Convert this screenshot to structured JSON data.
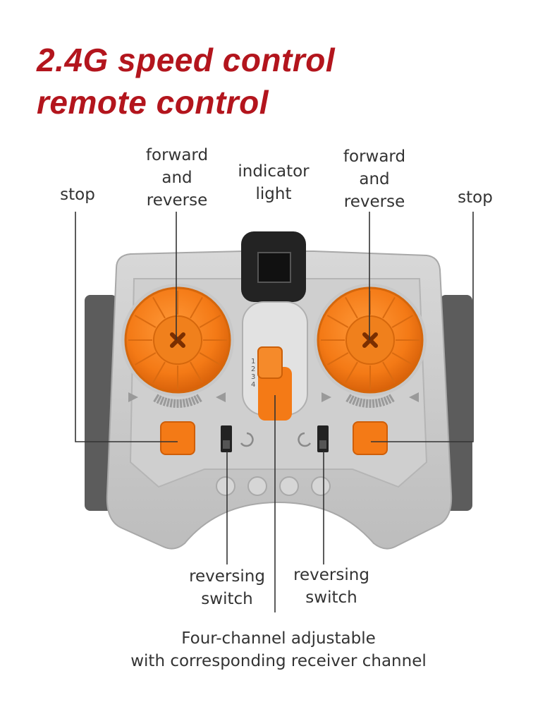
{
  "title": {
    "line1": "2.4G speed control",
    "line2": "remote control"
  },
  "labels": {
    "stop_left": "stop",
    "stop_right": "stop",
    "forward_reverse_left": "forward\nand\nreverse",
    "forward_reverse_right": "forward\nand\nreverse",
    "indicator_light": "indicator\nlight",
    "reversing_switch_left": "reversing\nswitch",
    "reversing_switch_right": "reversing\nswitch",
    "channel_note": "Four-channel adjustable\nwith corresponding receiver channel"
  },
  "channel_numbers": [
    "1",
    "2",
    "3",
    "4"
  ],
  "colors": {
    "title": "#b3151d",
    "body": "#c9c9c9",
    "orange": "#f47a16",
    "dark": "#2a2a2a",
    "line": "#333333"
  }
}
